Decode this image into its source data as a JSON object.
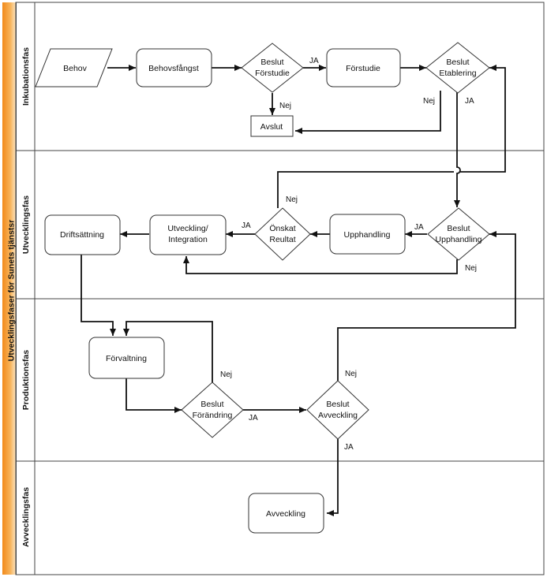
{
  "pool": {
    "title": "Utvecklingsfaser för Sunets tjänstsr"
  },
  "lanes": [
    {
      "id": "inkubation",
      "label": "Inkubationsfas"
    },
    {
      "id": "utveckling",
      "label": "Utvecklingsfas"
    },
    {
      "id": "produktion",
      "label": "Produktionsfas"
    },
    {
      "id": "avveckling",
      "label": "Avvecklingsfas"
    }
  ],
  "nodes": {
    "behov": {
      "shape": "parallelogram",
      "lines": [
        "Behov"
      ]
    },
    "behovsfangst": {
      "shape": "rounded-rect",
      "lines": [
        "Behovsfångst"
      ]
    },
    "beslut_forstudie": {
      "shape": "diamond",
      "lines": [
        "Beslut",
        "Förstudie"
      ]
    },
    "forstudie": {
      "shape": "rounded-rect",
      "lines": [
        "Förstudie"
      ]
    },
    "beslut_etablering": {
      "shape": "diamond",
      "lines": [
        "Beslut",
        "Etablering"
      ]
    },
    "avslut": {
      "shape": "rect",
      "lines": [
        "Avslut"
      ]
    },
    "driftsattning": {
      "shape": "rounded-rect",
      "lines": [
        "Driftsättning"
      ]
    },
    "utveckling_integration": {
      "shape": "rounded-rect",
      "lines": [
        "Utveckling/",
        "Integration"
      ]
    },
    "onskat_reultat": {
      "shape": "diamond",
      "lines": [
        "Önskat",
        "Reultat"
      ]
    },
    "upphandling": {
      "shape": "rounded-rect",
      "lines": [
        "Upphandling"
      ]
    },
    "beslut_upphandling": {
      "shape": "diamond",
      "lines": [
        "Beslut",
        "Upphandling"
      ]
    },
    "forvaltning": {
      "shape": "rounded-rect",
      "lines": [
        "Förvaltning"
      ]
    },
    "beslut_forandring": {
      "shape": "diamond",
      "lines": [
        "Beslut",
        "Förändring"
      ]
    },
    "beslut_avveckling": {
      "shape": "diamond",
      "lines": [
        "Beslut",
        "Avveckling"
      ]
    },
    "avveckling": {
      "shape": "rounded-rect",
      "lines": [
        "Avveckling"
      ]
    }
  },
  "edges": [
    {
      "from": "behov",
      "to": "behovsfangst",
      "label": ""
    },
    {
      "from": "behovsfangst",
      "to": "beslut_forstudie",
      "label": ""
    },
    {
      "from": "beslut_forstudie",
      "to": "forstudie",
      "label": "JA"
    },
    {
      "from": "beslut_forstudie",
      "to": "avslut",
      "label": "Nej"
    },
    {
      "from": "forstudie",
      "to": "beslut_etablering",
      "label": ""
    },
    {
      "from": "beslut_etablering",
      "to": "avslut",
      "label": "Nej"
    },
    {
      "from": "beslut_etablering",
      "to": "beslut_upphandling",
      "label": "JA"
    },
    {
      "from": "beslut_upphandling",
      "to": "upphandling",
      "label": "JA"
    },
    {
      "from": "beslut_upphandling",
      "to": "utveckling_integration",
      "label": "Nej"
    },
    {
      "from": "upphandling",
      "to": "onskat_reultat",
      "label": ""
    },
    {
      "from": "onskat_reultat",
      "to": "utveckling_integration",
      "label": "JA"
    },
    {
      "from": "onskat_reultat",
      "to": "beslut_etablering",
      "label": "Nej"
    },
    {
      "from": "utveckling_integration",
      "to": "driftsattning",
      "label": ""
    },
    {
      "from": "driftsattning",
      "to": "forvaltning",
      "label": ""
    },
    {
      "from": "forvaltning",
      "to": "beslut_forandring",
      "label": ""
    },
    {
      "from": "beslut_forandring",
      "to": "forvaltning",
      "label": "Nej"
    },
    {
      "from": "beslut_forandring",
      "to": "beslut_avveckling",
      "label": "JA"
    },
    {
      "from": "beslut_avveckling",
      "to": "beslut_upphandling",
      "label": "Nej"
    },
    {
      "from": "beslut_avveckling",
      "to": "avveckling",
      "label": "JA"
    }
  ]
}
